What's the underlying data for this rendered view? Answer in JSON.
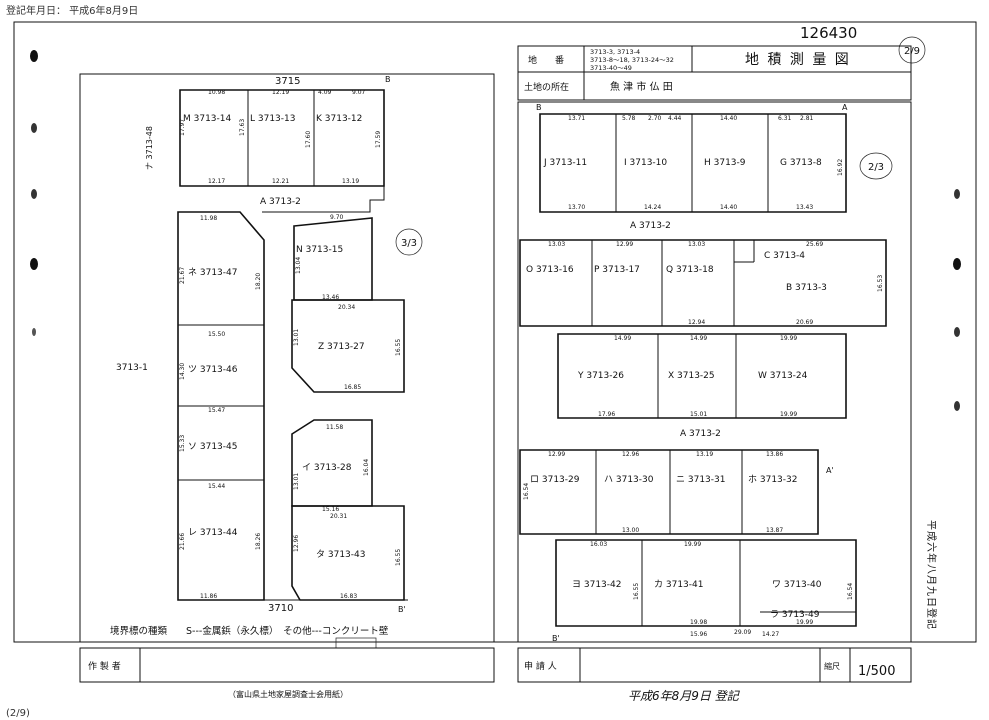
{
  "header": {
    "reg_date": "登記年月日： 平成6年8月9日"
  },
  "page_label": "(2/9)",
  "map_number": "126430",
  "page_mark": "2/9",
  "title_block": {
    "chiban_label": "地　　番",
    "chiban_lines": [
      "3713-3, 3713-4",
      "3713-8〜18, 3713-24〜32",
      "3713-40〜49"
    ],
    "title": "地 積 測 量 図",
    "location_label": "土地の所在",
    "location_value": "魚 津 市 仏 田"
  },
  "footer": {
    "author_label": "作 製 者",
    "applicant_label": "申 請 人",
    "scale_label": "縮尺",
    "scale_value": "1/500",
    "paper_note": "（富山県土地家屋調査士会用紙）",
    "handwritten": "平成6年8月9日 登記",
    "legend": "境界標の種類　　S---金属鋲（永久標）　その他---コンクリート壁",
    "side_vertical": "平成六年八月九日登記"
  },
  "left_sheet": {
    "sheet_mark": "3/3",
    "roads": [
      "3715",
      "A 3713-2",
      "3710",
      "3713-1",
      "ナ 3713-48"
    ],
    "corners": [
      "B",
      "B'"
    ],
    "lots": [
      "M 3713-14",
      "L 3713-13",
      "K 3713-12",
      "N 3713-15",
      "ネ 3713-47",
      "Z 3713-27",
      "ツ 3713-46",
      "ソ 3713-45",
      "イ 3713-28",
      "レ 3713-44",
      "タ 3713-43"
    ],
    "dims": [
      "10.98",
      "12.19",
      "9.07",
      "4.09",
      "17.97",
      "17.63",
      "17.60",
      "17.59",
      "12.17",
      "12.21",
      "13.19",
      "11.98",
      "9.70",
      "21.67",
      "18.20",
      "13.04",
      "20.34",
      "13.46",
      "15.50",
      "13.01",
      "16.55",
      "16.85",
      "15.47",
      "14.30",
      "11.58",
      "15.33",
      "15.44",
      "13.01",
      "16.04",
      "20.31",
      "15.16",
      "21.66",
      "18.26",
      "12.96",
      "16.55",
      "11.86",
      "16.83"
    ]
  },
  "right_sheet": {
    "sheet_mark": "2/3",
    "roads": [
      "A 3713-2",
      "A 3713-2"
    ],
    "corners": [
      "B",
      "A",
      "A'",
      "B'"
    ],
    "lots": [
      "J 3713-11",
      "I 3713-10",
      "H 3713-9",
      "G 3713-8",
      "O 3713-16",
      "P 3713-17",
      "Q 3713-18",
      "C 3713-4",
      "B 3713-3",
      "Y 3713-26",
      "X 3713-25",
      "W 3713-24",
      "ロ 3713-29",
      "ハ 3713-30",
      "ニ 3713-31",
      "ホ 3713-32",
      "ヨ 3713-42",
      "カ 3713-41",
      "ワ 3713-40",
      "ラ 3713-49"
    ],
    "dims": [
      "13.71",
      "5.78",
      "2.70",
      "4.44",
      "14.40",
      "6.31",
      "2.81",
      "13.70",
      "14.24",
      "14.40",
      "13.43",
      "16.92",
      "13.03",
      "12.99",
      "13.03",
      "25.69",
      "16.53",
      "12.94",
      "14.99",
      "20.69",
      "14.99",
      "19.99",
      "17.96",
      "15.01",
      "19.99",
      "12.99",
      "12.96",
      "13.19",
      "13.86",
      "16.54",
      "13.00",
      "13.87",
      "16.03",
      "19.99",
      "16.55",
      "16.54",
      "19.98",
      "15.96",
      "29.09",
      "14.27",
      "19.99"
    ]
  }
}
